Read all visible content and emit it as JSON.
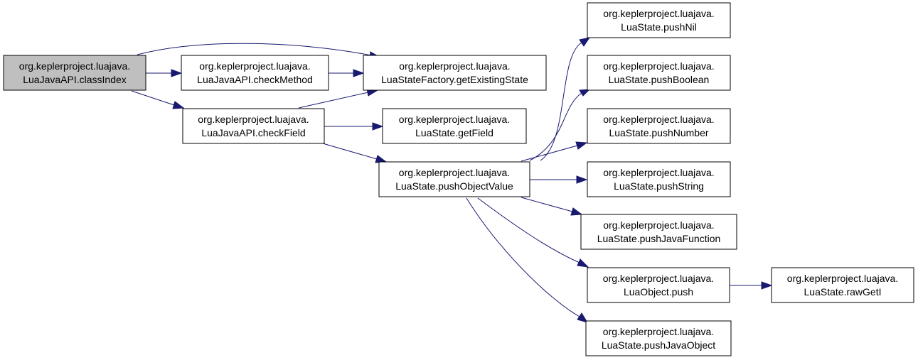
{
  "colors": {
    "edge": "#191970",
    "node_fill": "#ffffff",
    "root_fill": "#bfbfbf",
    "border": "#000000"
  },
  "nodes": {
    "classIndex": {
      "line1": "org.keplerproject.luajava.",
      "line2": "LuaJavaAPI.classIndex"
    },
    "checkMethod": {
      "line1": "org.keplerproject.luajava.",
      "line2": "LuaJavaAPI.checkMethod"
    },
    "getExistingState": {
      "line1": "org.keplerproject.luajava.",
      "line2": "LuaStateFactory.getExistingState"
    },
    "checkField": {
      "line1": "org.keplerproject.luajava.",
      "line2": "LuaJavaAPI.checkField"
    },
    "getField": {
      "line1": "org.keplerproject.luajava.",
      "line2": "LuaState.getField"
    },
    "pushObjectValue": {
      "line1": "org.keplerproject.luajava.",
      "line2": "LuaState.pushObjectValue"
    },
    "pushNil": {
      "line1": "org.keplerproject.luajava.",
      "line2": "LuaState.pushNil"
    },
    "pushBoolean": {
      "line1": "org.keplerproject.luajava.",
      "line2": "LuaState.pushBoolean"
    },
    "pushNumber": {
      "line1": "org.keplerproject.luajava.",
      "line2": "LuaState.pushNumber"
    },
    "pushString": {
      "line1": "org.keplerproject.luajava.",
      "line2": "LuaState.pushString"
    },
    "pushJavaFunction": {
      "line1": "org.keplerproject.luajava.",
      "line2": "LuaState.pushJavaFunction"
    },
    "luaObjectPush": {
      "line1": "org.keplerproject.luajava.",
      "line2": "LuaObject.push"
    },
    "rawGetI": {
      "line1": "org.keplerproject.luajava.",
      "line2": "LuaState.rawGetI"
    },
    "pushJavaObject": {
      "line1": "org.keplerproject.luajava.",
      "line2": "LuaState.pushJavaObject"
    }
  },
  "edges": [
    {
      "from": "classIndex",
      "to": "checkMethod"
    },
    {
      "from": "classIndex",
      "to": "getExistingState"
    },
    {
      "from": "classIndex",
      "to": "checkField"
    },
    {
      "from": "checkMethod",
      "to": "getExistingState"
    },
    {
      "from": "checkField",
      "to": "getExistingState"
    },
    {
      "from": "checkField",
      "to": "getField"
    },
    {
      "from": "checkField",
      "to": "pushObjectValue"
    },
    {
      "from": "pushObjectValue",
      "to": "pushNil"
    },
    {
      "from": "pushObjectValue",
      "to": "pushBoolean"
    },
    {
      "from": "pushObjectValue",
      "to": "pushNumber"
    },
    {
      "from": "pushObjectValue",
      "to": "pushString"
    },
    {
      "from": "pushObjectValue",
      "to": "pushJavaFunction"
    },
    {
      "from": "pushObjectValue",
      "to": "luaObjectPush"
    },
    {
      "from": "pushObjectValue",
      "to": "pushJavaObject"
    },
    {
      "from": "luaObjectPush",
      "to": "rawGetI"
    }
  ]
}
